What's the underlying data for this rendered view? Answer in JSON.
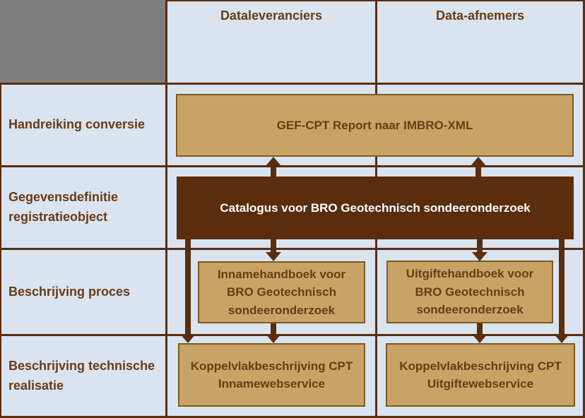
{
  "palette": {
    "cell_background": "#d9e4f0",
    "corner_gray": "#7f7f7f",
    "line_and_arrow_brown": "#5b2d0d",
    "label_text_brown": "#6b3a15",
    "tan_box_fill": "#c9a365",
    "tan_box_border": "#7d5a1e",
    "catalog_text_white": "#ffffff"
  },
  "header": {
    "columns": [
      "Dataleveranciers",
      "Data-afnemers"
    ]
  },
  "rows": [
    "Handreiking conversie",
    "Gegevensdefinitie registratieobject",
    "Beschrijving proces",
    "Beschrijving technische realisatie"
  ],
  "boxes": {
    "gef": "GEF-CPT Report naar IMBRO-XML",
    "catalogus": "Catalogus voor BRO Geotechnisch sondeeronderzoek",
    "inname_handboek": "Innamehandboek voor BRO Geotechnisch sondeeronderzoek",
    "uitgifte_handboek": "Uitgiftehandboek voor BRO Geotechnisch sondeeronderzoek",
    "koppelvlak_inname": "Koppelvlakbeschrijving CPT Innamewebservice",
    "koppelvlak_uitgifte": "Koppelvlakbeschrijving CPT Uitgiftewebservice"
  }
}
